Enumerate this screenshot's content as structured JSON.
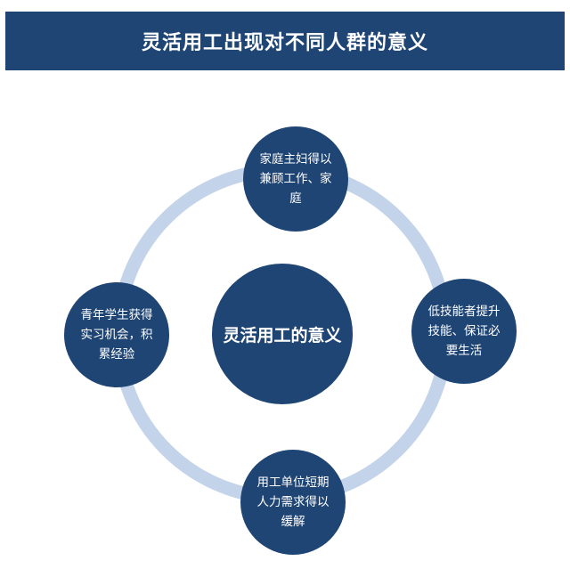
{
  "header": {
    "title": "灵活用工出现对不同人群的意义"
  },
  "diagram": {
    "center_label": "灵活用工的意义",
    "nodes": [
      {
        "label": "家庭主妇得以兼顾工作、家庭"
      },
      {
        "label": "低技能者提升技能、保证必要生活"
      },
      {
        "label": "用工单位短期人力需求得以缓解"
      },
      {
        "label": "青年学生获得实习机会，积累经验"
      }
    ]
  },
  "colors": {
    "header_bg": "#1f4575",
    "node_fill": "#1f4575",
    "ring": "#c3d3ea",
    "text_on_dark": "#ffffff"
  }
}
